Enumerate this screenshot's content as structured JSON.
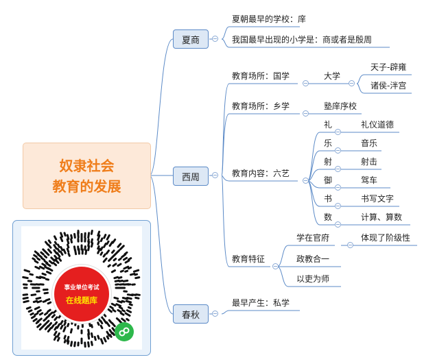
{
  "root": {
    "line1": "奴隶社会",
    "line2": "教育的发展"
  },
  "branches": {
    "xiashang": {
      "label": "夏商",
      "items": [
        "夏朝最早的学校：庠",
        "我国最早出现的小学是：商或者是殷周"
      ]
    },
    "xizhou": {
      "label": "西周",
      "guoxue": {
        "label": "教育场所：国学",
        "daxue": "大学",
        "daxue_items": [
          "天子-辟雍",
          "诸侯-泮宫"
        ]
      },
      "xiangxue": {
        "label": "教育场所：乡学",
        "item": "塾庠序校"
      },
      "liuyi": {
        "label": "教育内容：六艺",
        "items": [
          {
            "name": "礼",
            "desc": "礼仪道德"
          },
          {
            "name": "乐",
            "desc": "音乐"
          },
          {
            "name": "射",
            "desc": "射击"
          },
          {
            "name": "御",
            "desc": "驾车"
          },
          {
            "name": "书",
            "desc": "书写文字"
          },
          {
            "name": "数",
            "desc": "计算、算数"
          }
        ]
      },
      "tezheng": {
        "label": "教育特征",
        "items": [
          "学在官府",
          "政教合一",
          "以吏为师"
        ],
        "guanfu_detail": "体现了阶级性"
      }
    },
    "chunqiu": {
      "label": "春秋",
      "item": "最早产生：私学"
    }
  },
  "qr": {
    "line1": "事业单位考试",
    "line2": "在线题库"
  },
  "colors": {
    "line": "#5b8ac7",
    "root_text": "#ef7d1a",
    "root_bg": "#fde9d9",
    "node_bg": "#dde8f5",
    "qr_red": "#e51f1f",
    "qr_yellow": "#ffe100"
  }
}
